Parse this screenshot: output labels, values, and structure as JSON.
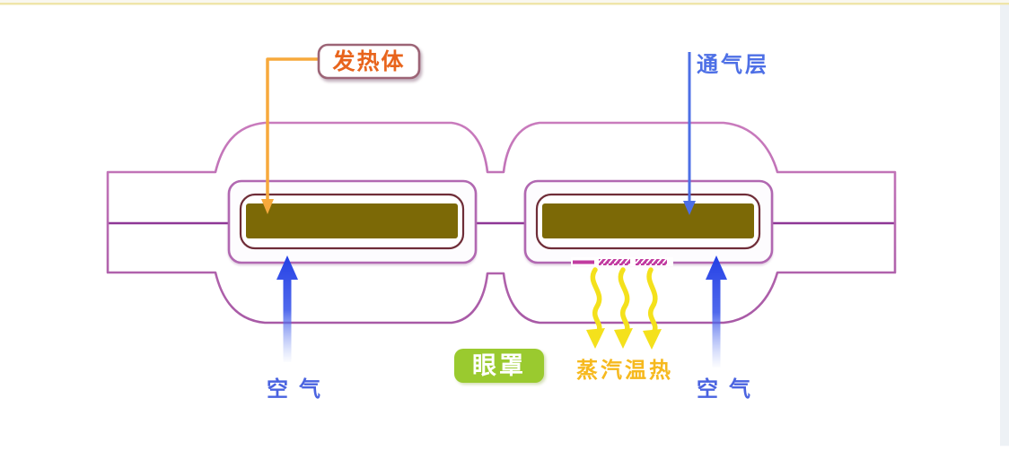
{
  "page": {
    "background": "#ffffff",
    "top_border_color": "#efe5a9",
    "top_margin_color": "#f9f7ef",
    "right_strip_color": "#edf1f5"
  },
  "diagram": {
    "labels": {
      "heater": {
        "text": "发热体",
        "text_color": "#e8641c",
        "box_border": "#9c6476",
        "box_fill": "#ffffff"
      },
      "vent_layer": {
        "text": "通气层",
        "color": "#4d6fe6"
      },
      "mask": {
        "text": "眼罩",
        "bg_color": "#9aca2f",
        "text_color": "#ffffff"
      },
      "steam": {
        "text": "蒸汽温热",
        "color": "#f6b91e"
      },
      "air_left": {
        "text": "空气",
        "color": "#4a63e0"
      },
      "air_right": {
        "text": "空气",
        "color": "#4a63e0"
      }
    },
    "colors": {
      "mask_outline": "#b264ae",
      "strap_line": "#8e3796",
      "pad_border": "#b168b1",
      "pad_fill": "#fdfcfe",
      "heater_frame": "#6f2d38",
      "heater_fill": "#7c6906",
      "heater_pointer": "#f7a93c",
      "vent_pointer": "#4d6fe6",
      "air_arrow": "#2440e5",
      "steam_arrow": "#f4e11c",
      "vent_hatch": "#c13ba0"
    }
  }
}
